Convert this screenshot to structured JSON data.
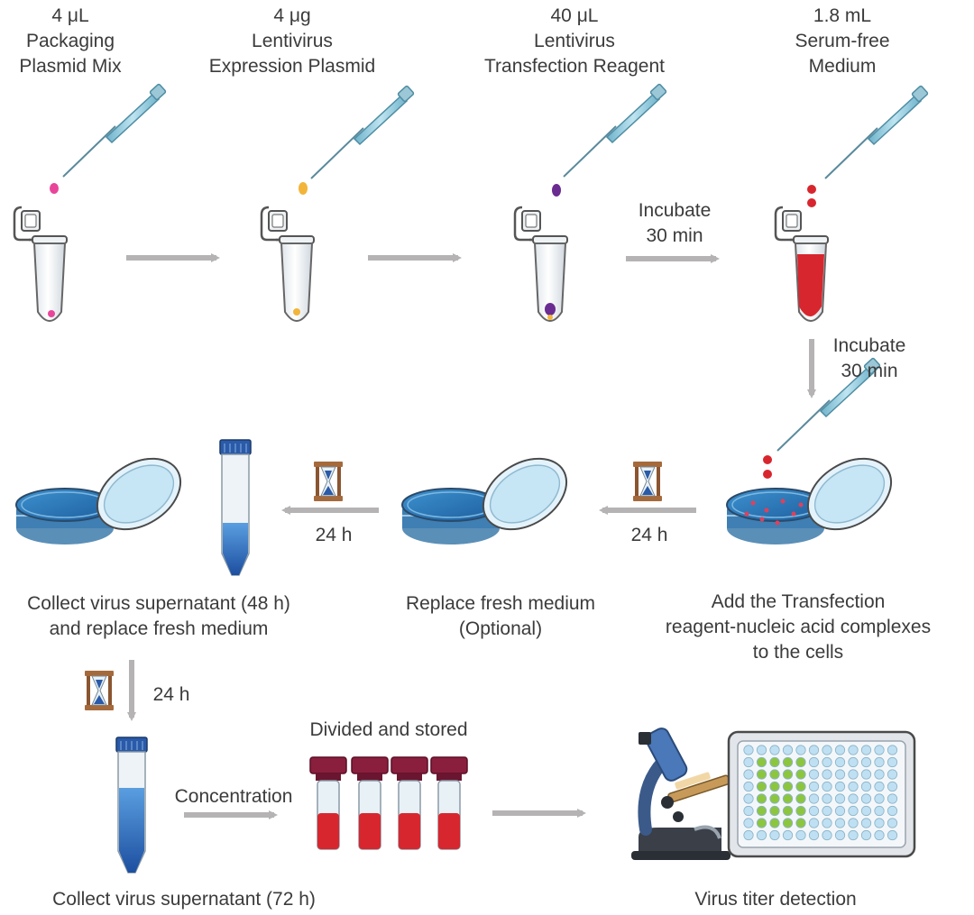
{
  "reagents": [
    {
      "amount": "4 μL",
      "line1": "Packaging",
      "line2": "Plasmid Mix",
      "drop_color": "#e8459a"
    },
    {
      "amount": "4 μg",
      "line1": "Lentivirus",
      "line2": "Expression Plasmid",
      "drop_color": "#f2b53a"
    },
    {
      "amount": "40 μL",
      "line1": "Lentivirus",
      "line2": "Transfection Reagent",
      "drop_color": "#6a2c91"
    },
    {
      "amount": "1.8 mL",
      "line1": "Serum-free",
      "line2": "Medium",
      "drop_color": "#d8262e"
    }
  ],
  "steps": {
    "incubate1": {
      "line1": "Incubate",
      "line2": "30 min"
    },
    "incubate2": {
      "line1": "Incubate",
      "line2": "30 min"
    },
    "wait1": "24 h",
    "wait2": "24 h",
    "wait3": "24 h",
    "add_complexes": {
      "line1": "Add the Transfection",
      "line2": "reagent-nucleic acid complexes",
      "line3": "to the cells"
    },
    "replace_medium": {
      "line1": "Replace fresh medium",
      "line2": "(Optional)"
    },
    "collect48": {
      "line1": "Collect virus supernatant (48 h)",
      "line2": "and replace fresh medium"
    },
    "collect72": "Collect virus supernatant (72 h)",
    "concentration": "Concentration",
    "divided": "Divided and stored",
    "titer": "Virus titer detection"
  },
  "colors": {
    "arrow": "#b5b3b3",
    "pipette": "#8fc9dc",
    "medium_red": "#d8262e",
    "dish_blue": "#2f7fc0",
    "tube_cap": "#8a1f3d",
    "well_green": "#8cc63f",
    "well_blue": "#bfe0f2",
    "hourglass_frame": "#a56a3c",
    "hourglass_sand": "#2a5aa8"
  },
  "icons": [
    "pipette-icon",
    "microtube-icon",
    "petri-dish-icon",
    "conical-tube-icon",
    "hourglass-icon",
    "cryovial-icon",
    "microscope-icon",
    "well-plate-icon"
  ]
}
